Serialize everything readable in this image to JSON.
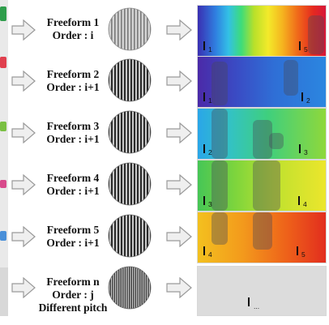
{
  "rows": [
    {
      "title": "Freeform 1",
      "order": "Order : i",
      "left_label": "1",
      "right_label": "5",
      "pitch": 4
    },
    {
      "title": "Freeform 2",
      "order": "Order : i+1",
      "left_label": "1",
      "right_label": "2",
      "pitch": 4
    },
    {
      "title": "Freeform 3",
      "order": "Order : i+1",
      "left_label": "2",
      "right_label": "3",
      "pitch": 4
    },
    {
      "title": "Freeform 4",
      "order": "Order : i+1",
      "left_label": "3",
      "right_label": "4",
      "pitch": 4
    },
    {
      "title": "Freeform 5",
      "order": "Order : i+1",
      "left_label": "4",
      "right_label": "5",
      "pitch": 4
    },
    {
      "title": "Freeform n",
      "order": "Order : j",
      "extra": "Different pitch",
      "left_label": "...",
      "pitch": 2.6
    }
  ],
  "colors": {
    "arrow_fill": "#efefef",
    "arrow_stroke": "#9a9a9a",
    "empty_panel": "#dcdcdc"
  }
}
